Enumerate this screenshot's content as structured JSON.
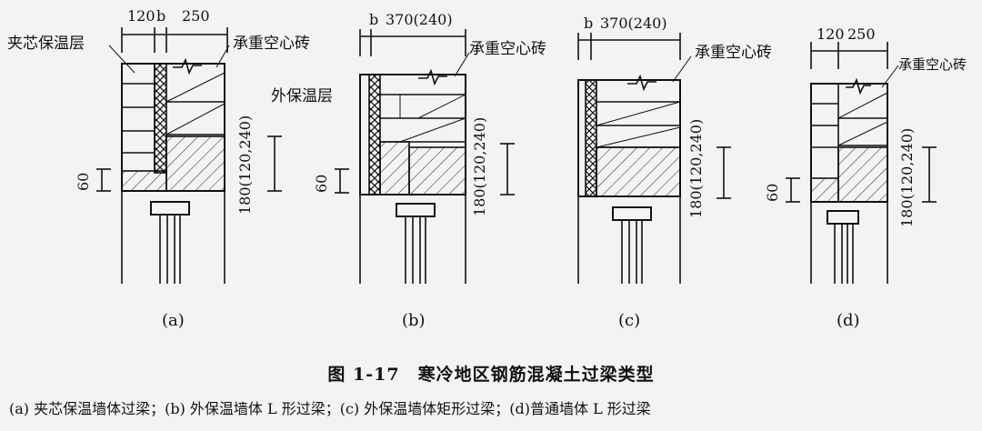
{
  "panels": [
    {
      "id": "a",
      "sublabel": "(a)",
      "dim_top_left": "120",
      "dim_top_b": "b",
      "dim_top_right": "250",
      "label_left": "夹芯保温层",
      "label_right": "承重空心砖",
      "dim_small": "60",
      "dim_height": "180(120,240)"
    },
    {
      "id": "b",
      "sublabel": "(b)",
      "dim_top_b": "b",
      "dim_top_right": "370(240)",
      "label_left": "外保温层",
      "label_right": "承重空心砖",
      "dim_small": "60",
      "dim_height": "180(120,240)"
    },
    {
      "id": "c",
      "sublabel": "(c)",
      "dim_top_b": "b",
      "dim_top_right": "370(240)",
      "label_right": "承重空心砖",
      "dim_height": "180(120,240)"
    },
    {
      "id": "d",
      "sublabel": "(d)",
      "dim_top_left": "120",
      "dim_top_right": "250",
      "label_right": "承重空心砖",
      "dim_small": "60",
      "dim_height": "180(120,240)"
    }
  ],
  "title": "图 1-17　寒冷地区钢筋混凝土过梁类型",
  "caption": "(a) 夹芯保温墙体过梁；(b) 外保温墙体 L 形过梁；(c) 外保温墙体矩形过梁；(d)普通墙体 L 形过梁"
}
